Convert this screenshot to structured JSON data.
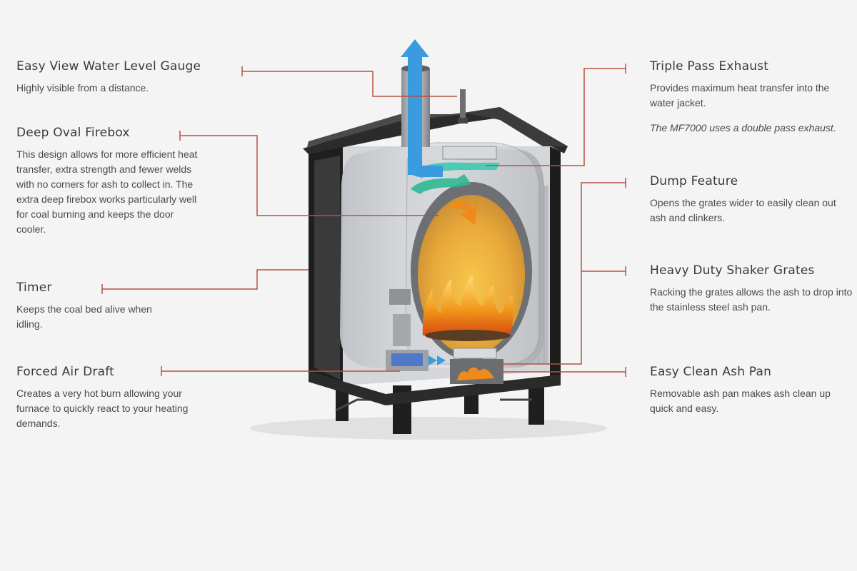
{
  "features": {
    "gauge": {
      "title": "Easy View Water Level Gauge",
      "desc": "Highly visible from a distance."
    },
    "oval": {
      "title": "Deep Oval Firebox",
      "desc": "This design allows for more efficient heat transfer, extra strength and fewer welds with no corners for ash to collect in. The extra deep firebox works particularly well for coal burning and keeps the door cooler."
    },
    "timer": {
      "title": "Timer",
      "desc": "Keeps the coal bed alive when idling."
    },
    "draft": {
      "title": "Forced Air Draft",
      "desc": "Creates a very hot burn allowing your furnace to quickly react to your heating demands."
    },
    "triple": {
      "title": "Triple Pass Exhaust",
      "desc": "Provides maximum heat transfer into the water jacket.",
      "note": "The MF7000 uses a double pass exhaust."
    },
    "dump": {
      "title": "Dump Feature",
      "desc": "Opens the grates wider to easily clean out ash and clinkers."
    },
    "shaker": {
      "title": "Heavy Duty Shaker Grates",
      "desc": "Racking the grates allows the ash to drop into the stainless steel ash pan."
    },
    "ash": {
      "title": "Easy Clean Ash Pan",
      "desc": "Removable ash pan makes ash clean up quick and easy."
    }
  },
  "colors": {
    "background": "#f4f4f5",
    "leader_line": "#b5533f",
    "text": "#3a3a3a",
    "furnace_body": "#2b2b2b",
    "exhaust_arrow": "#3b9be0",
    "exhaust_pass": "#3ec9b0",
    "flame": "#f29a1c"
  }
}
